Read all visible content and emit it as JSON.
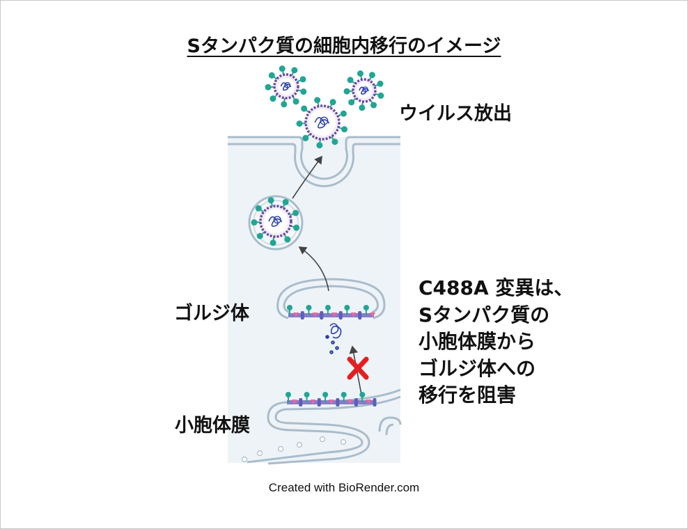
{
  "title": "Sタンパク質の細胞内移行のイメージ",
  "labels": {
    "virus_release": "ウイルス放出",
    "golgi": "ゴルジ体",
    "er_membrane": "小胞体膜"
  },
  "note_lines": [
    "C488A 変異は、",
    "Sタンパク質の",
    "小胞体膜から",
    "ゴルジ体への",
    "移行を阻害"
  ],
  "credit": "Created with BioRender.com",
  "colors": {
    "cell_fill": "#eef3f8",
    "membrane": "#a9bccb",
    "spike_green": "#22a594",
    "virus_purple": "#6a4aa0",
    "protein_pink": "#e46aa0",
    "arrow": "#444444",
    "block_x": "#e41f1f"
  },
  "icons": [
    "virus-icon",
    "spike-protein-icon",
    "arrow-icon",
    "block-x-icon",
    "rna-icon"
  ]
}
